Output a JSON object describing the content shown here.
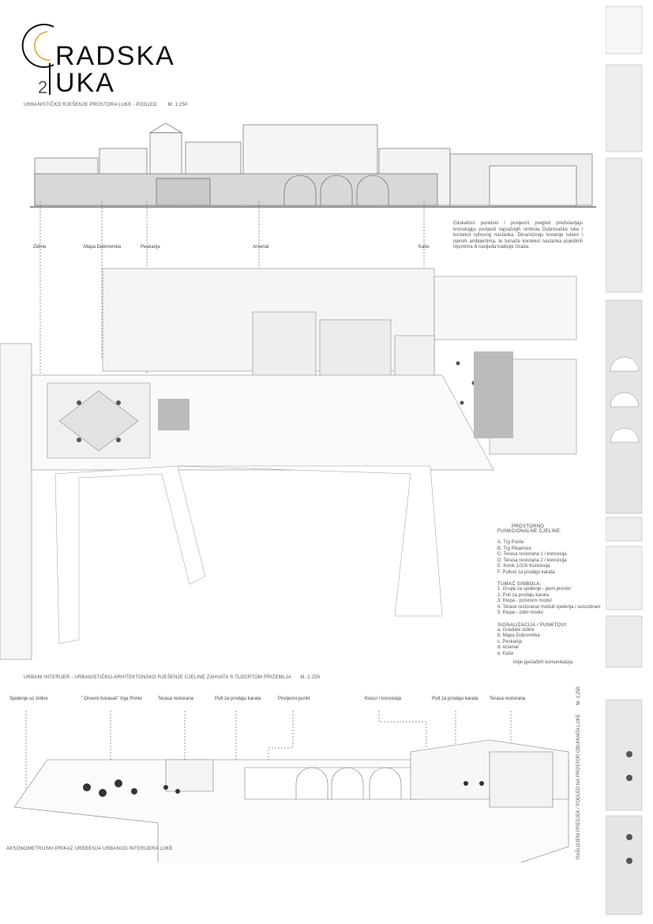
{
  "logo": {
    "word1": "RADSKA",
    "word2": "UKA",
    "number": "2"
  },
  "elevation": {
    "caption": "URBANISTIČKO RJEŠENJE PROSTORA LUKE - POGLED",
    "scale": "M. 1:250"
  },
  "labels": {
    "zidine": "Zidine",
    "mapa": "Mapa Dubrovnika",
    "peskarija": "Peskarija",
    "arsenal": "Arsenal",
    "kase": "Kaše"
  },
  "description": "Edukativni punktovi / povijesni pregled predstavljaju kronologiju povijesti najvažnijih simbola Dubrovačke luke i kontekst njihovog nastanka. Dinamiziraju kretanje lukom i njenim ambijentima, te tumače kontekst nastanka pojedinih toponima ili nasljeđa tradicije Grada.",
  "legend": {
    "title1": "PROSTORNO",
    "title2": "FUNKCIONALNE CJELINE:",
    "zones": [
      "A. Trg Ponte",
      "B. Trg Ribarnice",
      "C. Terasa restorana 1 / koncesija",
      "D. Terasa restorana 2 / koncesija",
      "E. Kiosk 1/2/3/ Koncesija",
      "F. Pultovi za prodaju karata"
    ],
    "symbols_title": "TUMAČ SIMBOLA:",
    "symbols": [
      "1. Grupe za sjedenje - javni prostor",
      "2. Pult za prodaju karata",
      "3. Klupa - prostorni modul",
      "4. Terase restorana/ moduli sjedenja i suncobrani",
      "5. Klupa - zidni modul"
    ],
    "signals_title": "SIGNALIZACIJA / PUNKTOVI:",
    "signals": [
      "a. Gradske zidine",
      "b. Mapa Dubrovnika",
      "c. Peskarija",
      "d. Arsenal",
      "e. Kaše"
    ],
    "walk_line": "linije pješačkih komunikacija"
  },
  "plan": {
    "caption": "URBANI INTERIJER - URBANISTIČKO-ARHITEKTONSKO RJEŠENJE CJELINE ZAHVATA S TLOCRTOM PRIZEMLJA",
    "scale": "M. 1:250"
  },
  "axon": {
    "labels": [
      "Sjedenje uz zidine",
      "\" Dnevni boravak\" trga Ponte",
      "Terasa restorana",
      "Pult za prodaju karata",
      "Povijesni punkt",
      "Kiosci / koncesija",
      "Pult za prodaju karata",
      "Terasa restorana"
    ],
    "caption": "AKSONOMETRIJSKI PRIKAZ UREĐENJA URBANOG INTERIJERA LUKE"
  },
  "side": {
    "caption": "RAŠLOJENI PRESJEK / POGLED NA PROSTOR OBUHVATA LUKE",
    "scale": "M. 1:250"
  }
}
